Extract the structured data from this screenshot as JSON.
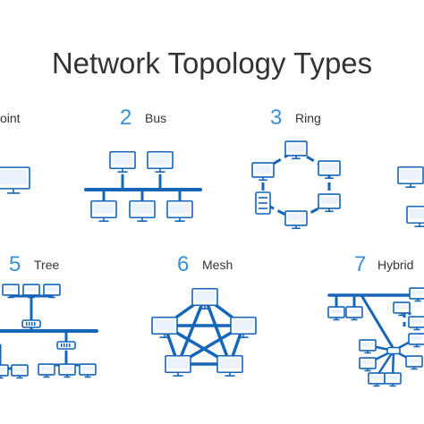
{
  "title": "Network Topology Types",
  "colors": {
    "line": "#1565b8",
    "fill": "#eaf3fb",
    "number": "#3b8fd3",
    "text": "#333333"
  },
  "topologies": [
    {
      "num": "",
      "name": "oint"
    },
    {
      "num": "2",
      "name": "Bus"
    },
    {
      "num": "3",
      "name": "Ring"
    },
    {
      "num": "5",
      "name": "Tree"
    },
    {
      "num": "6",
      "name": "Mesh"
    },
    {
      "num": "7",
      "name": "Hybrid"
    }
  ]
}
